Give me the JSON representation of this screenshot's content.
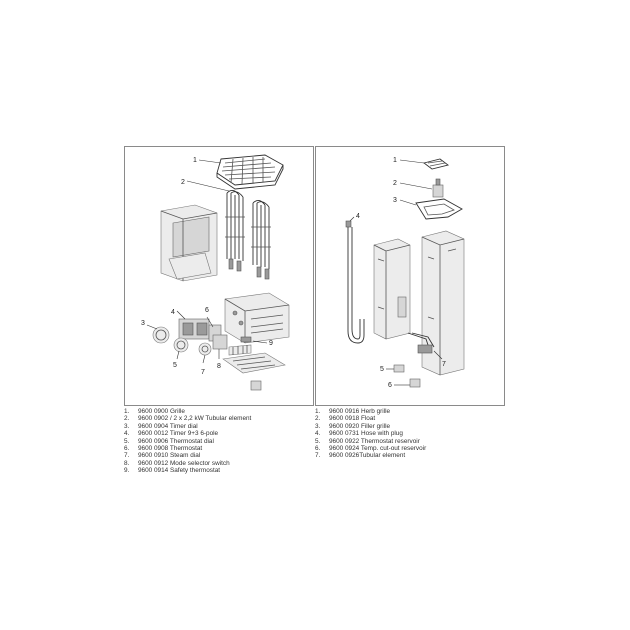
{
  "left_panel": {
    "callouts": [
      "1",
      "2",
      "3",
      "4",
      "5",
      "6",
      "7",
      "8",
      "9"
    ],
    "parts": [
      {
        "num": "1.",
        "text": "9600 0900 Grille"
      },
      {
        "num": "2.",
        "text": "9600 0902 / 2 x 2,2 kW Tubular element"
      },
      {
        "num": "3.",
        "text": "9600 0904 Timer dial"
      },
      {
        "num": "4.",
        "text": "9600 0012 Timer 9+3 6-pole"
      },
      {
        "num": "5.",
        "text": "9600 0906 Thermostat dial"
      },
      {
        "num": "6.",
        "text": "9600 0908 Thermostat"
      },
      {
        "num": "7.",
        "text": "9600 0910 Steam dial"
      },
      {
        "num": "8.",
        "text": "9600 0912 Mode selector switch"
      },
      {
        "num": "9.",
        "text": "9600 0914 Safety thermostat"
      }
    ]
  },
  "right_panel": {
    "callouts": [
      "1",
      "2",
      "3",
      "4",
      "5",
      "6",
      "7"
    ],
    "parts": [
      {
        "num": "1.",
        "text": "9600 0916 Herb grille"
      },
      {
        "num": "2.",
        "text": "9600 0918 Float"
      },
      {
        "num": "3.",
        "text": "9600 0920 Filler grille"
      },
      {
        "num": "4.",
        "text": "9600 0731 Hose with plug"
      },
      {
        "num": "5.",
        "text": "9600 0922 Thermostat reservoir"
      },
      {
        "num": "6.",
        "text": "9600 0924 Temp. cut-out reservoir"
      },
      {
        "num": "7.",
        "text": "9600 0926Tubular element"
      }
    ]
  }
}
